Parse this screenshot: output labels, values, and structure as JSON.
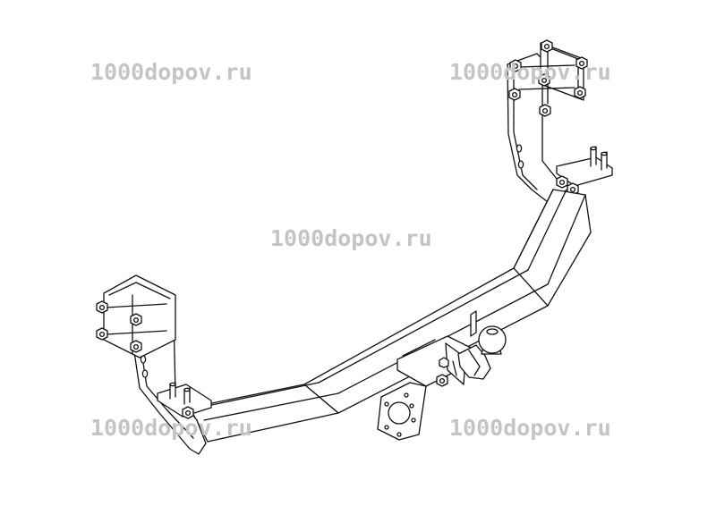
{
  "watermarks": {
    "top_left": "1000dopov.ru",
    "top_right": "1000dopov.ru",
    "center": "1000dopov.ru",
    "bottom_left": "1000dopov.ru",
    "bottom_right": "1000dopov.ru"
  },
  "style": {
    "line_color": "#111111",
    "watermark_color": "#c4c4c4"
  }
}
